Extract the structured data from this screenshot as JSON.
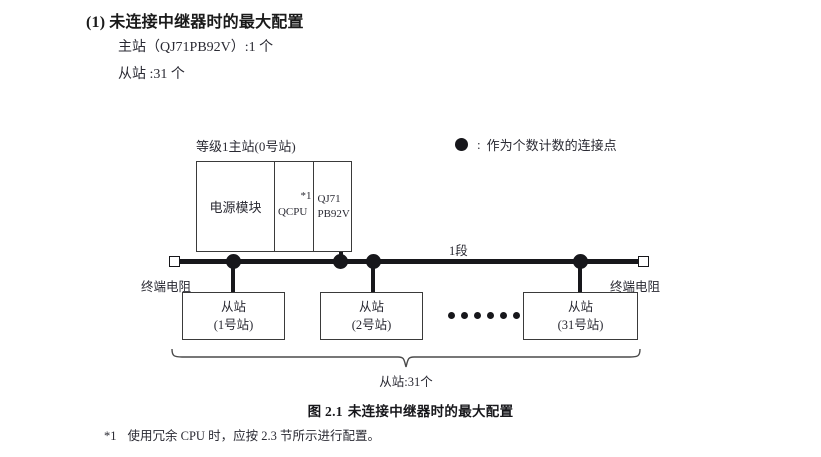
{
  "section": {
    "number": "(1)",
    "title": "未连接中继器时的最大配置",
    "spec_master": "主站（QJ71PB92V）:1 个",
    "spec_slave": "从站 :31 个"
  },
  "legend": {
    "marker": "filled-circle",
    "colon": ":",
    "text": "作为个数计数的连接点"
  },
  "diagram": {
    "master_caption": "等级1主站(0号站)",
    "master_box": {
      "power_module": "电源模块",
      "cpu": "QCPU",
      "cpu_footnote_mark": "*1",
      "network_line1": "QJ71",
      "network_line2": "PB92V"
    },
    "segment_label": "1段",
    "terminator_left": "终端电阻",
    "terminator_right": "终端电阻",
    "slaves": [
      {
        "name": "从站",
        "station": "(1号站)"
      },
      {
        "name": "从站",
        "station": "(2号站)"
      },
      {
        "name": "从站",
        "station": "(31号站)"
      }
    ],
    "ellipsis_dot_count": 6,
    "brace_label": "从站:31个"
  },
  "figure_caption": {
    "number": "图 2.1",
    "text": "未连接中继器时的最大配置"
  },
  "footnote": {
    "mark": "*1",
    "text": "使用冗余 CPU 时，应按 2.3 节所示进行配置。"
  },
  "colors": {
    "ink": "#17171b",
    "text": "#2a2a33",
    "background": "#ffffff"
  }
}
